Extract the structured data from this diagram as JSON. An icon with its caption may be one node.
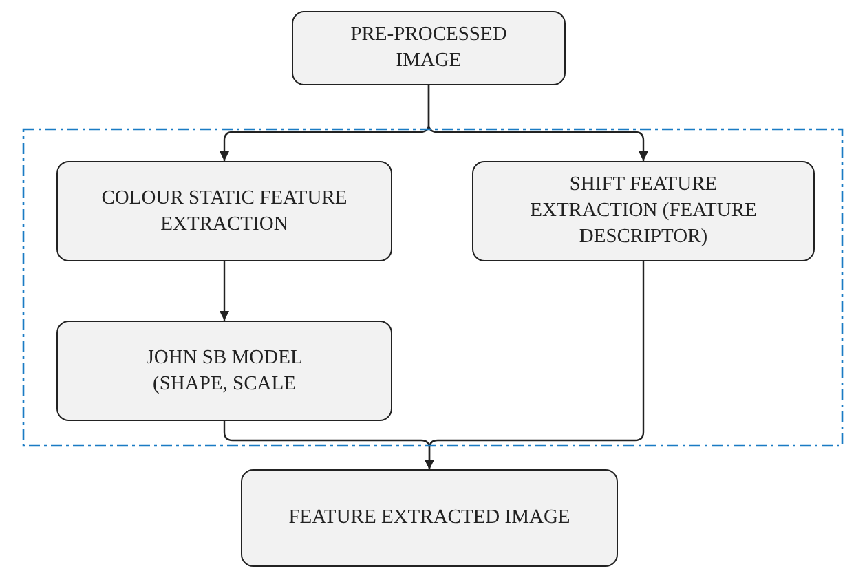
{
  "diagram": {
    "nodes": [
      {
        "text": [
          "PRE-PROCESSED IMAGE"
        ]
      },
      {
        "text": [],
        "shape": "box"
      },
      {
        "text": [
          "COLOUR STATIC FEATURE EXTRACTION"
        ],
        "in": 1
      },
      {
        "text": [
          "SHIFT FEATURE EXTRACTION (FEATURE DESCRIPTOR)"
        ],
        "in": 1
      },
      {
        "text": [
          "JOHN SB MODEL (SHAPE, SCALE"
        ],
        "in": 1
      },
      {
        "text": [
          "FEATURE EXTRACTED IMAGE"
        ]
      }
    ],
    "edges": [
      {
        "from": 0,
        "to": 2,
        "arrow": "to"
      },
      {
        "from": 0,
        "to": 3,
        "arrow": "to"
      },
      {
        "from": 2,
        "to": 4,
        "arrow": "to"
      },
      {
        "from": 4,
        "to": 5,
        "arrow": "to"
      },
      {
        "from": 3,
        "to": 5,
        "arrow": "to"
      }
    ]
  }
}
